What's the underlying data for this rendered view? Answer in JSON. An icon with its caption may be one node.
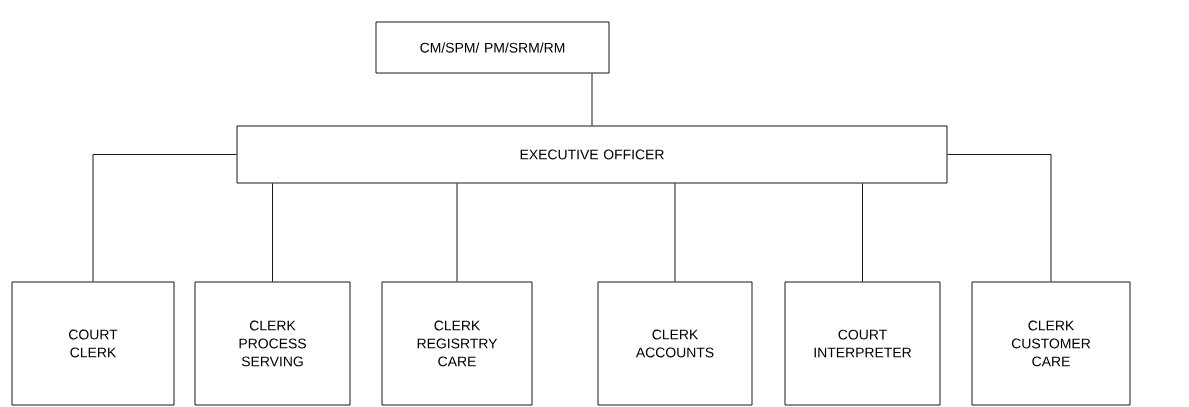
{
  "diagram": {
    "nodes": [
      {
        "text": [
          "CM/SPM/ PM/SRM/RM"
        ]
      },
      {
        "text": [
          "EXECUTIVE OFFICER"
        ]
      },
      {
        "text": [
          "COURT CLERK"
        ]
      },
      {
        "text": [
          "CLERK PROCESS SERVING"
        ]
      },
      {
        "text": [
          "CLERK REGISRTRY CARE"
        ]
      },
      {
        "text": [
          "CLERK ACCOUNTS"
        ]
      },
      {
        "text": [
          "COURT INTERPRETER"
        ]
      },
      {
        "text": [
          "CLERK CUSTOMER CARE"
        ]
      }
    ],
    "edges": [
      {
        "from": 0,
        "to": 1,
        "arrow": "none"
      },
      {
        "from": 1,
        "to": 2,
        "arrow": "none"
      },
      {
        "from": 1,
        "to": 3,
        "arrow": "none"
      },
      {
        "from": 1,
        "to": 4,
        "arrow": "none"
      },
      {
        "from": 1,
        "to": 5,
        "arrow": "none"
      },
      {
        "from": 1,
        "to": 6,
        "arrow": "none"
      },
      {
        "from": 1,
        "to": 7,
        "arrow": "none"
      }
    ]
  }
}
